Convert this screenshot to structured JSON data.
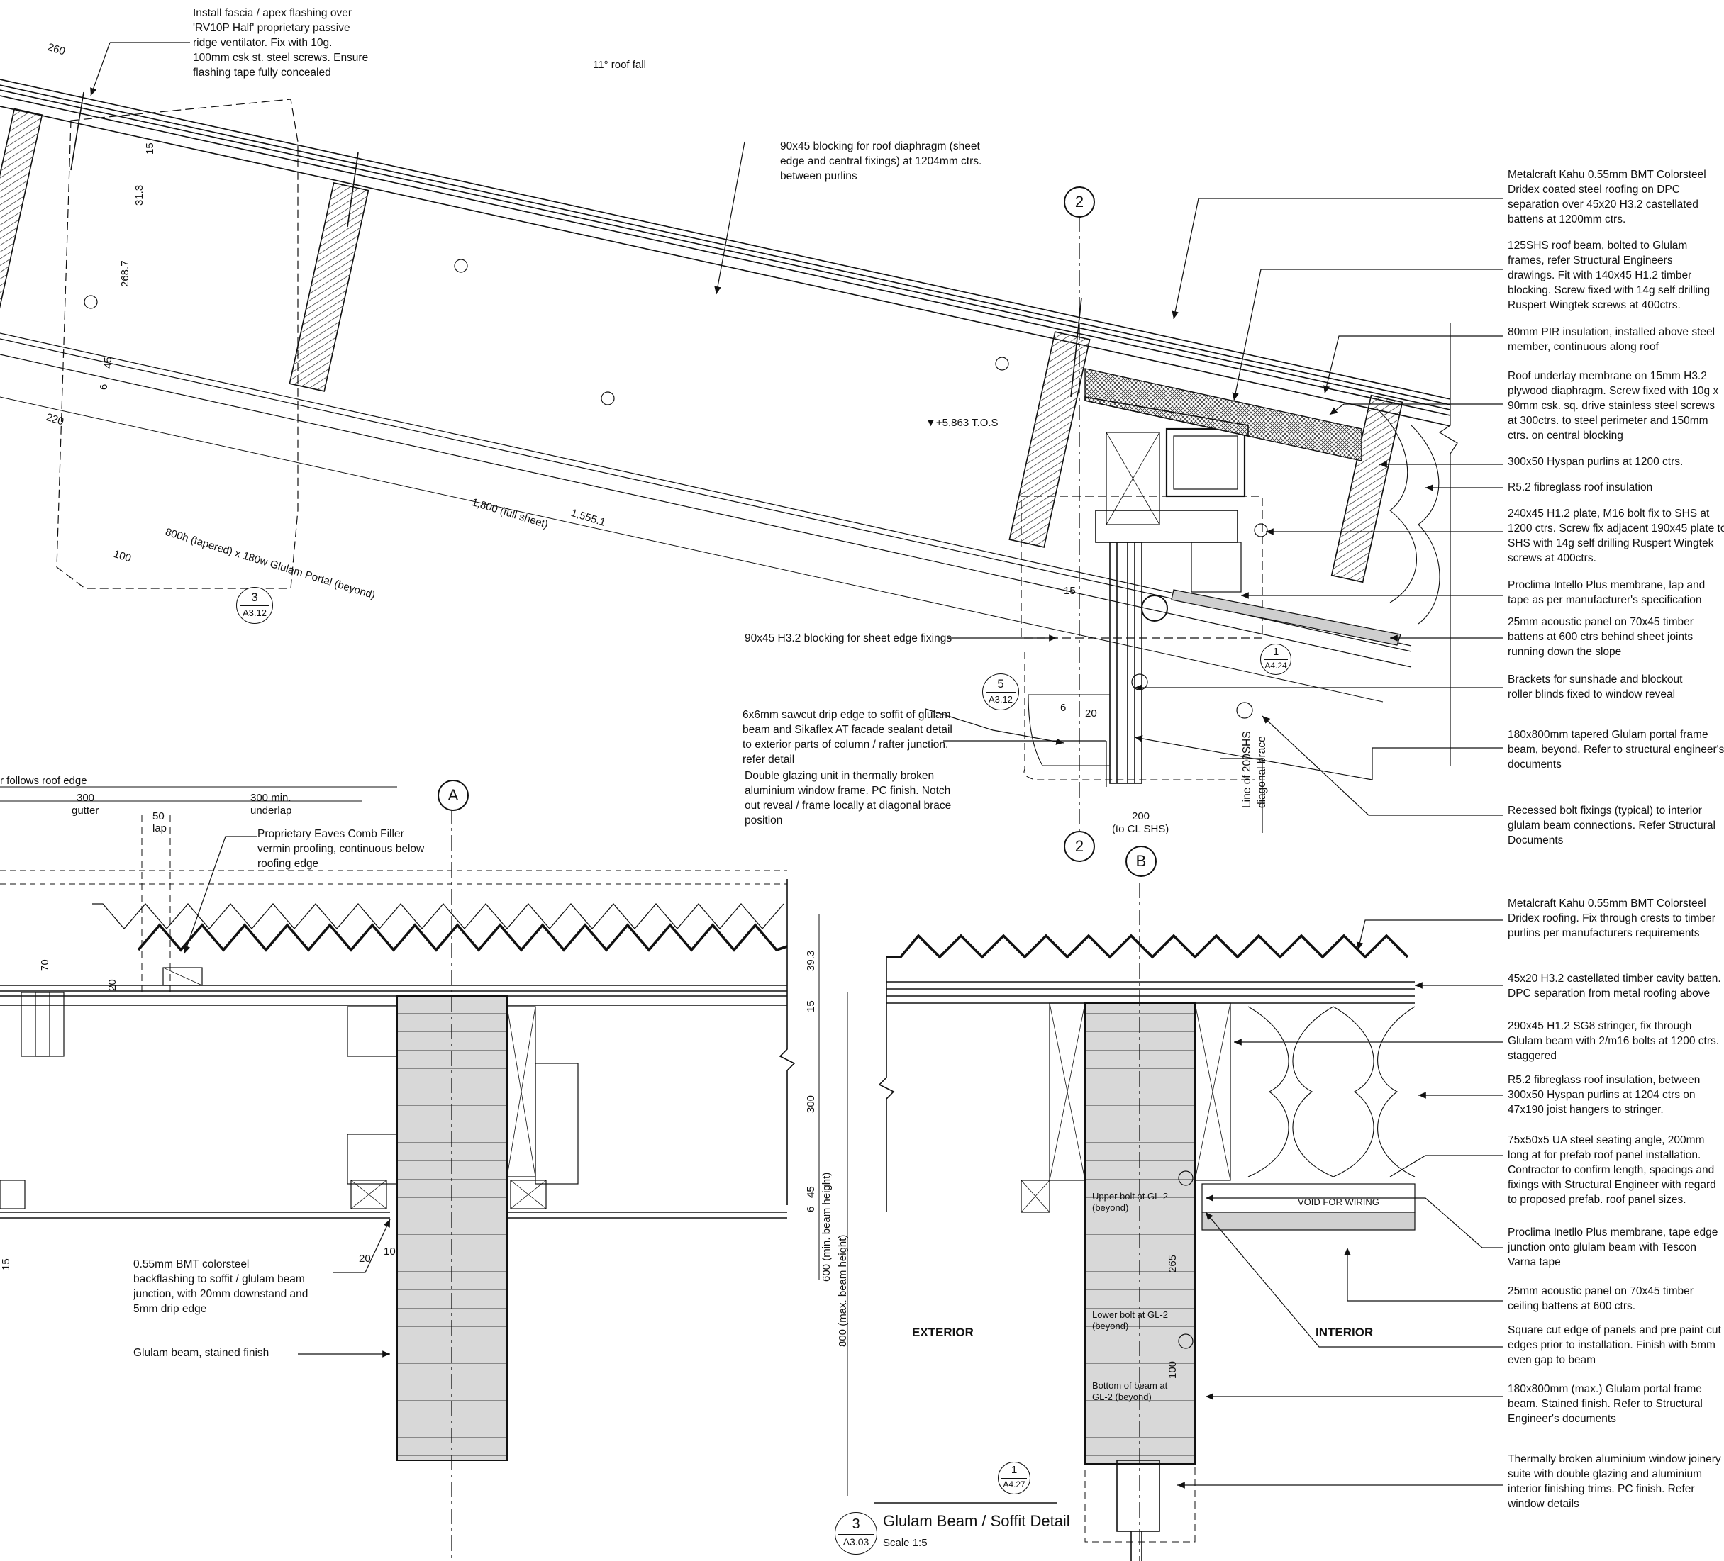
{
  "notes_top_left": {
    "ridge_flashing": [
      "Install fascia / apex flashing over",
      "'RV10P Half' proprietary passive",
      "ridge ventilator.  Fix with 10g.",
      "100mm csk st. steel screws.  Ensure",
      "flashing tape fully concealed"
    ],
    "roof_fall": "11° roof fall",
    "blocking_diaphragm": [
      "90x45 blocking for roof diaphragm (sheet",
      "edge and central fixings) at 1204mm ctrs.",
      "between purlins"
    ],
    "tos_level": "+5,863 T.O.S",
    "blocking_sheet_edge": "90x45 H3.2 blocking for sheet edge fixings",
    "drip_edge": [
      "6x6mm sawcut drip edge to soffit of glulam",
      "beam and Sikaflex AT facade sealant detail",
      "to exterior parts of column / rafter junction,",
      "refer detail"
    ],
    "double_glazing": [
      "Double glazing unit in thermally broken",
      "aluminium window frame. PC finish.  Notch",
      "out reveal / frame locally at diagonal brace",
      "position"
    ],
    "diagonal_brace": [
      "Line of 200SHS",
      "diagonal brace"
    ]
  },
  "notes_right_upper": [
    [
      "Metalcraft Kahu 0.55mm BMT Colorsteel",
      "Dridex coated steel roofing on DPC",
      "separation over 45x20 H3.2 castellated",
      "battens at 1200mm ctrs."
    ],
    [
      "125SHS roof beam, bolted to Glulam",
      "frames, refer Structural Engineers",
      "drawings. Fit with 140x45 H1.2 timber",
      "blocking.  Screw fixed with 14g self drilling",
      "Ruspert Wingtek screws at 400ctrs."
    ],
    [
      "80mm PIR insulation, installed above steel",
      "member, continuous along roof"
    ],
    [
      "Roof underlay membrane on 15mm H3.2",
      "plywood diaphragm.  Screw fixed with 10g x",
      "90mm csk. sq. drive stainless steel screws",
      "at 300ctrs. to steel perimeter and 150mm",
      "ctrs. on central blocking"
    ],
    [
      "300x50 Hyspan purlins at 1200 ctrs."
    ],
    [
      "R5.2 fibreglass roof insulation"
    ],
    [
      "240x45 H1.2 plate, M16 bolt fix to SHS at",
      "1200 ctrs.  Screw fix adjacent 190x45 plate to",
      "SHS with 14g self drilling Ruspert Wingtek",
      "screws at 400ctrs."
    ],
    [
      "Proclima Intello Plus membrane, lap and",
      "tape as per manufacturer's specification"
    ],
    [
      "25mm acoustic panel on 70x45 timber",
      "battens at 600 ctrs behind sheet joints",
      "running down the slope"
    ],
    [
      "Brackets for sunshade and blockout",
      "roller blinds fixed to window reveal"
    ],
    [
      "180x800mm tapered Glulam portal frame",
      "beam, beyond.  Refer to structural engineer's",
      "documents"
    ],
    [
      "Recessed bolt fixings (typical) to interior",
      "glulam beam connections.  Refer Structural",
      "Documents"
    ]
  ],
  "notes_right_lower": [
    [
      "Metalcraft Kahu 0.55mm BMT Colorsteel",
      "Dridex roofing.  Fix through crests to timber",
      "purlins per manufacturers requirements"
    ],
    [
      "45x20 H3.2 castellated timber cavity batten.",
      "DPC separation from metal roofing above"
    ],
    [
      "290x45 H1.2 SG8 stringer, fix through",
      "Glulam beam with 2/m16 bolts at 1200 ctrs.",
      "staggered"
    ],
    [
      "R5.2 fibreglass roof insulation, between",
      "300x50 Hyspan purlins at 1204 ctrs on",
      "47x190 joist hangers to stringer."
    ],
    [
      "75x50x5 UA steel seating angle, 200mm",
      "long at  for prefab roof panel installation.",
      "Contractor to confirm length, spacings and",
      "fixings with Structural Engineer with regard",
      "to proposed prefab. roof panel sizes."
    ],
    [
      "Proclima Inetllo Plus membrane, tape edge",
      "junction onto glulam beam with Tescon",
      "Varna tape"
    ],
    [
      "25mm acoustic panel on 70x45 timber",
      "ceiling battens at 600 ctrs."
    ],
    [
      "Square cut edge of panels and pre paint cut",
      "edges prior to installation.  Finish with 5mm",
      "even gap to beam"
    ],
    [
      "180x800mm (max.) Glulam portal frame",
      "beam.  Stained finish.  Refer to Structural",
      "Engineer's documents"
    ],
    [
      "Thermally broken aluminium window joinery",
      "suite with double glazing and aluminium",
      "interior finishing trims.  PC finish.  Refer",
      "window details"
    ]
  ],
  "notes_bottom_left": {
    "follows_roof_edge": "r follows roof edge",
    "gutter_dim": "300",
    "gutter": "gutter",
    "lap_dim": "50",
    "lap": "lap",
    "underlap_dim": "300 min.",
    "underlap": "underlap",
    "eaves_comb": [
      "Proprietary Eaves Comb Filler",
      "vermin proofing, continuous below",
      "roofing edge"
    ],
    "backflashing": [
      "0.55mm BMT colorsteel",
      "backflashing to soffit / glulam beam",
      "junction, with 20mm downstand and",
      "5mm drip edge"
    ],
    "glulam_stained": "Glulam beam, stained finish"
  },
  "section_labels": {
    "exterior": "EXTERIOR",
    "interior": "INTERIOR",
    "void_for_wiring": "VOID FOR WIRING",
    "upper_bolt": [
      "Upper bolt at GL-2",
      "(beyond)"
    ],
    "lower_bolt": [
      "Lower bolt at GL-2",
      "(beyond)"
    ],
    "bottom_beam": [
      "Bottom of beam at",
      "GL-2 (beyond)"
    ]
  },
  "dimensions": {
    "d260": "260",
    "d15a": "15",
    "d31_3": "31.3",
    "d268_7": "268.7",
    "d45": "45",
    "d6": "6",
    "d220": "220",
    "d100": "100",
    "glulam_portal": "800h (tapered) x 180w Glulam Portal (beyond)",
    "full_sheet": "1,800 (full sheet)",
    "d1555": "1,555.1",
    "d15b": "15",
    "d6b": "6",
    "d20": "20",
    "d200": "200",
    "to_cl_shs": "(to CL SHS)",
    "d70": "70",
    "d20b": "20",
    "d39_3": "39.3",
    "d15c": "15",
    "d300": "300",
    "d45b": "45",
    "d6c": "6",
    "min_beam": "600 (min. beam height)",
    "max_beam": "800 (max. beam height)",
    "d20c": "20",
    "d10": "10",
    "d15d": "15",
    "d265": "265",
    "d100b": "100"
  },
  "grid_refs": {
    "grid_2_top": "2",
    "grid_2_bottom": "2",
    "grid_A": "A",
    "grid_B": "B"
  },
  "detail_refs": {
    "ref_3_A312": {
      "num": "3",
      "sheet": "A3.12"
    },
    "ref_5_A312": {
      "num": "5",
      "sheet": "A3.12"
    },
    "ref_1_A424": {
      "num": "1",
      "sheet": "A4.24"
    },
    "ref_1_A427": {
      "num": "1",
      "sheet": "A4.27"
    },
    "ref_3_A303": {
      "num": "3",
      "sheet": "A3.03"
    }
  },
  "title_block": {
    "title": "Glulam Beam / Soffit Detail",
    "scale": "Scale 1:5"
  }
}
